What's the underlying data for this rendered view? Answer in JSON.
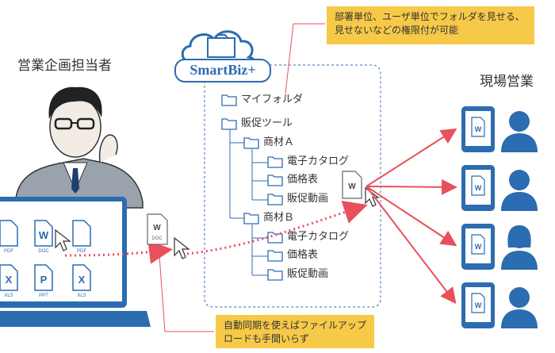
{
  "left_person_title": "営業企画担当者",
  "right_person_title": "現場営業",
  "service_name": "SmartBiz+",
  "callout_top": "部署単位、ユーザ単位でフォルダを見せる、見せないなどの権限付が可能",
  "callout_bottom": "自動同期を使えばファイルアップロードも手間いらず",
  "tree": {
    "root": "マイフォルダ",
    "promo": "販促ツール",
    "itemA": "商材Ａ",
    "itemA_children": [
      "電子カタログ",
      "価格表",
      "販促動画"
    ],
    "itemB": "商材Ｂ",
    "itemB_children": [
      "電子カタログ",
      "価格表",
      "販促動画"
    ]
  },
  "laptop_files": [
    {
      "type": "PDF"
    },
    {
      "type": "DOC"
    },
    {
      "type": "PDF"
    },
    {
      "type": "XLS"
    },
    {
      "type": "PPT"
    },
    {
      "type": "XLS"
    }
  ],
  "moving_file": {
    "letter": "W",
    "type": "DOC"
  },
  "tree_file": {
    "letter": "W"
  },
  "tablet_letter": "W",
  "colors": {
    "accent": "#2c6cb0",
    "arrow": "#e8505b",
    "callout": "#f7c948",
    "line": "#2c6cb0"
  }
}
